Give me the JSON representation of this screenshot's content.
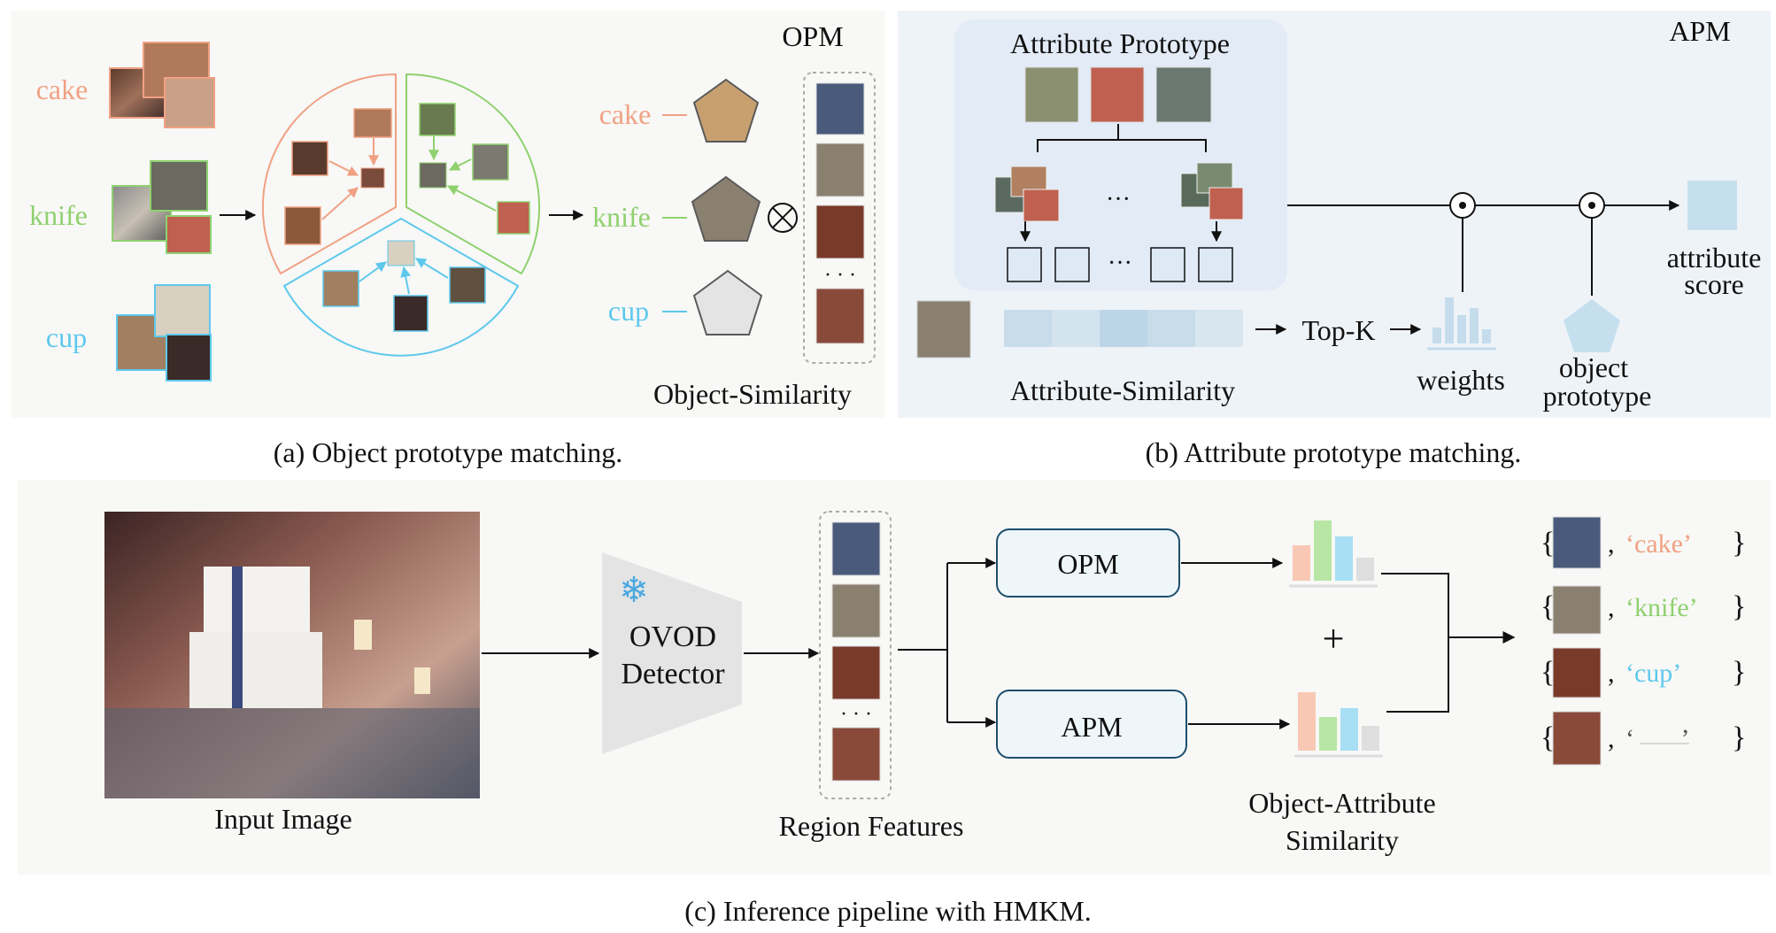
{
  "panel_a": {
    "title": "OPM",
    "categories": [
      {
        "name": "cake",
        "color": "#f0a184"
      },
      {
        "name": "knife",
        "color": "#8fd16f"
      },
      {
        "name": "cup",
        "color": "#5ec8ec"
      }
    ],
    "similarity_label": "Object-Similarity",
    "caption": "(a) Object prototype matching."
  },
  "panel_b": {
    "title": "APM",
    "prototype_label": "Attribute Prototype",
    "ellipsis": "···",
    "similarity_label": "Attribute-Similarity",
    "topk_label": "Top-K",
    "weights_label": "weights",
    "object_prototype_label": [
      "object",
      "prototype"
    ],
    "attribute_score_label": [
      "attribute",
      "score"
    ],
    "caption": "(b) Attribute prototype matching."
  },
  "panel_c": {
    "input_label": "Input Image",
    "detector_label": [
      "OVOD",
      "Detector"
    ],
    "region_label": "Region Features",
    "opm_label": "OPM",
    "apm_label": "APM",
    "plus": "+",
    "similarity_label": [
      "Object-Attribute",
      "Similarity"
    ],
    "outputs": [
      {
        "label": "‘cake’",
        "color": "#f0a184"
      },
      {
        "label": "‘knife’",
        "color": "#8fd16f"
      },
      {
        "label": "‘cup’",
        "color": "#5ec8ec"
      },
      {
        "label": "‘       ’",
        "color": "#555555"
      }
    ],
    "caption": "(c) Inference pipeline with HMKM."
  },
  "colors": {
    "cake": "#f0a184",
    "knife": "#8fd16f",
    "cup": "#5ec8ec",
    "panel_bg": "#f8f8f6",
    "apm_bg": "#eef3f8",
    "box_fill": "#eef6fa",
    "box_stroke": "#1d4e6e"
  }
}
